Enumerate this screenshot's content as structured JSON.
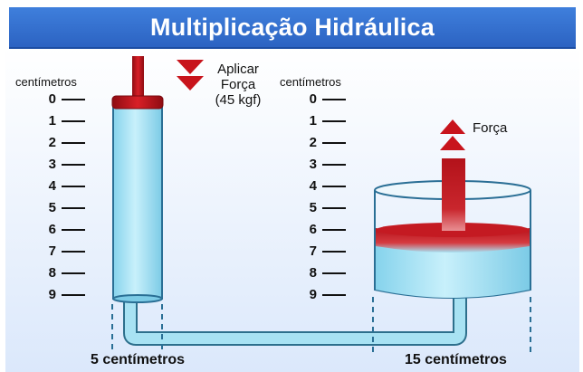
{
  "title": "Multiplicação Hidráulica",
  "left_scale": {
    "unit": "centímetros",
    "ticks": [
      "0",
      "1",
      "2",
      "3",
      "4",
      "5",
      "6",
      "7",
      "8",
      "9"
    ]
  },
  "right_scale": {
    "unit": "centímetros",
    "ticks": [
      "0",
      "1",
      "2",
      "3",
      "4",
      "5",
      "6",
      "7",
      "8",
      "9"
    ]
  },
  "apply_force": {
    "line1": "Aplicar",
    "line2": "Força",
    "line3": "(45 kgf)"
  },
  "output_force": {
    "label": "Força"
  },
  "left_width_label": "5 centímetros",
  "right_width_label": "15 centímetros",
  "colors": {
    "header": "#2e6ad0",
    "fluid": "#a8e2f3",
    "piston": "#b3121a",
    "arrow": "#c8141c"
  }
}
